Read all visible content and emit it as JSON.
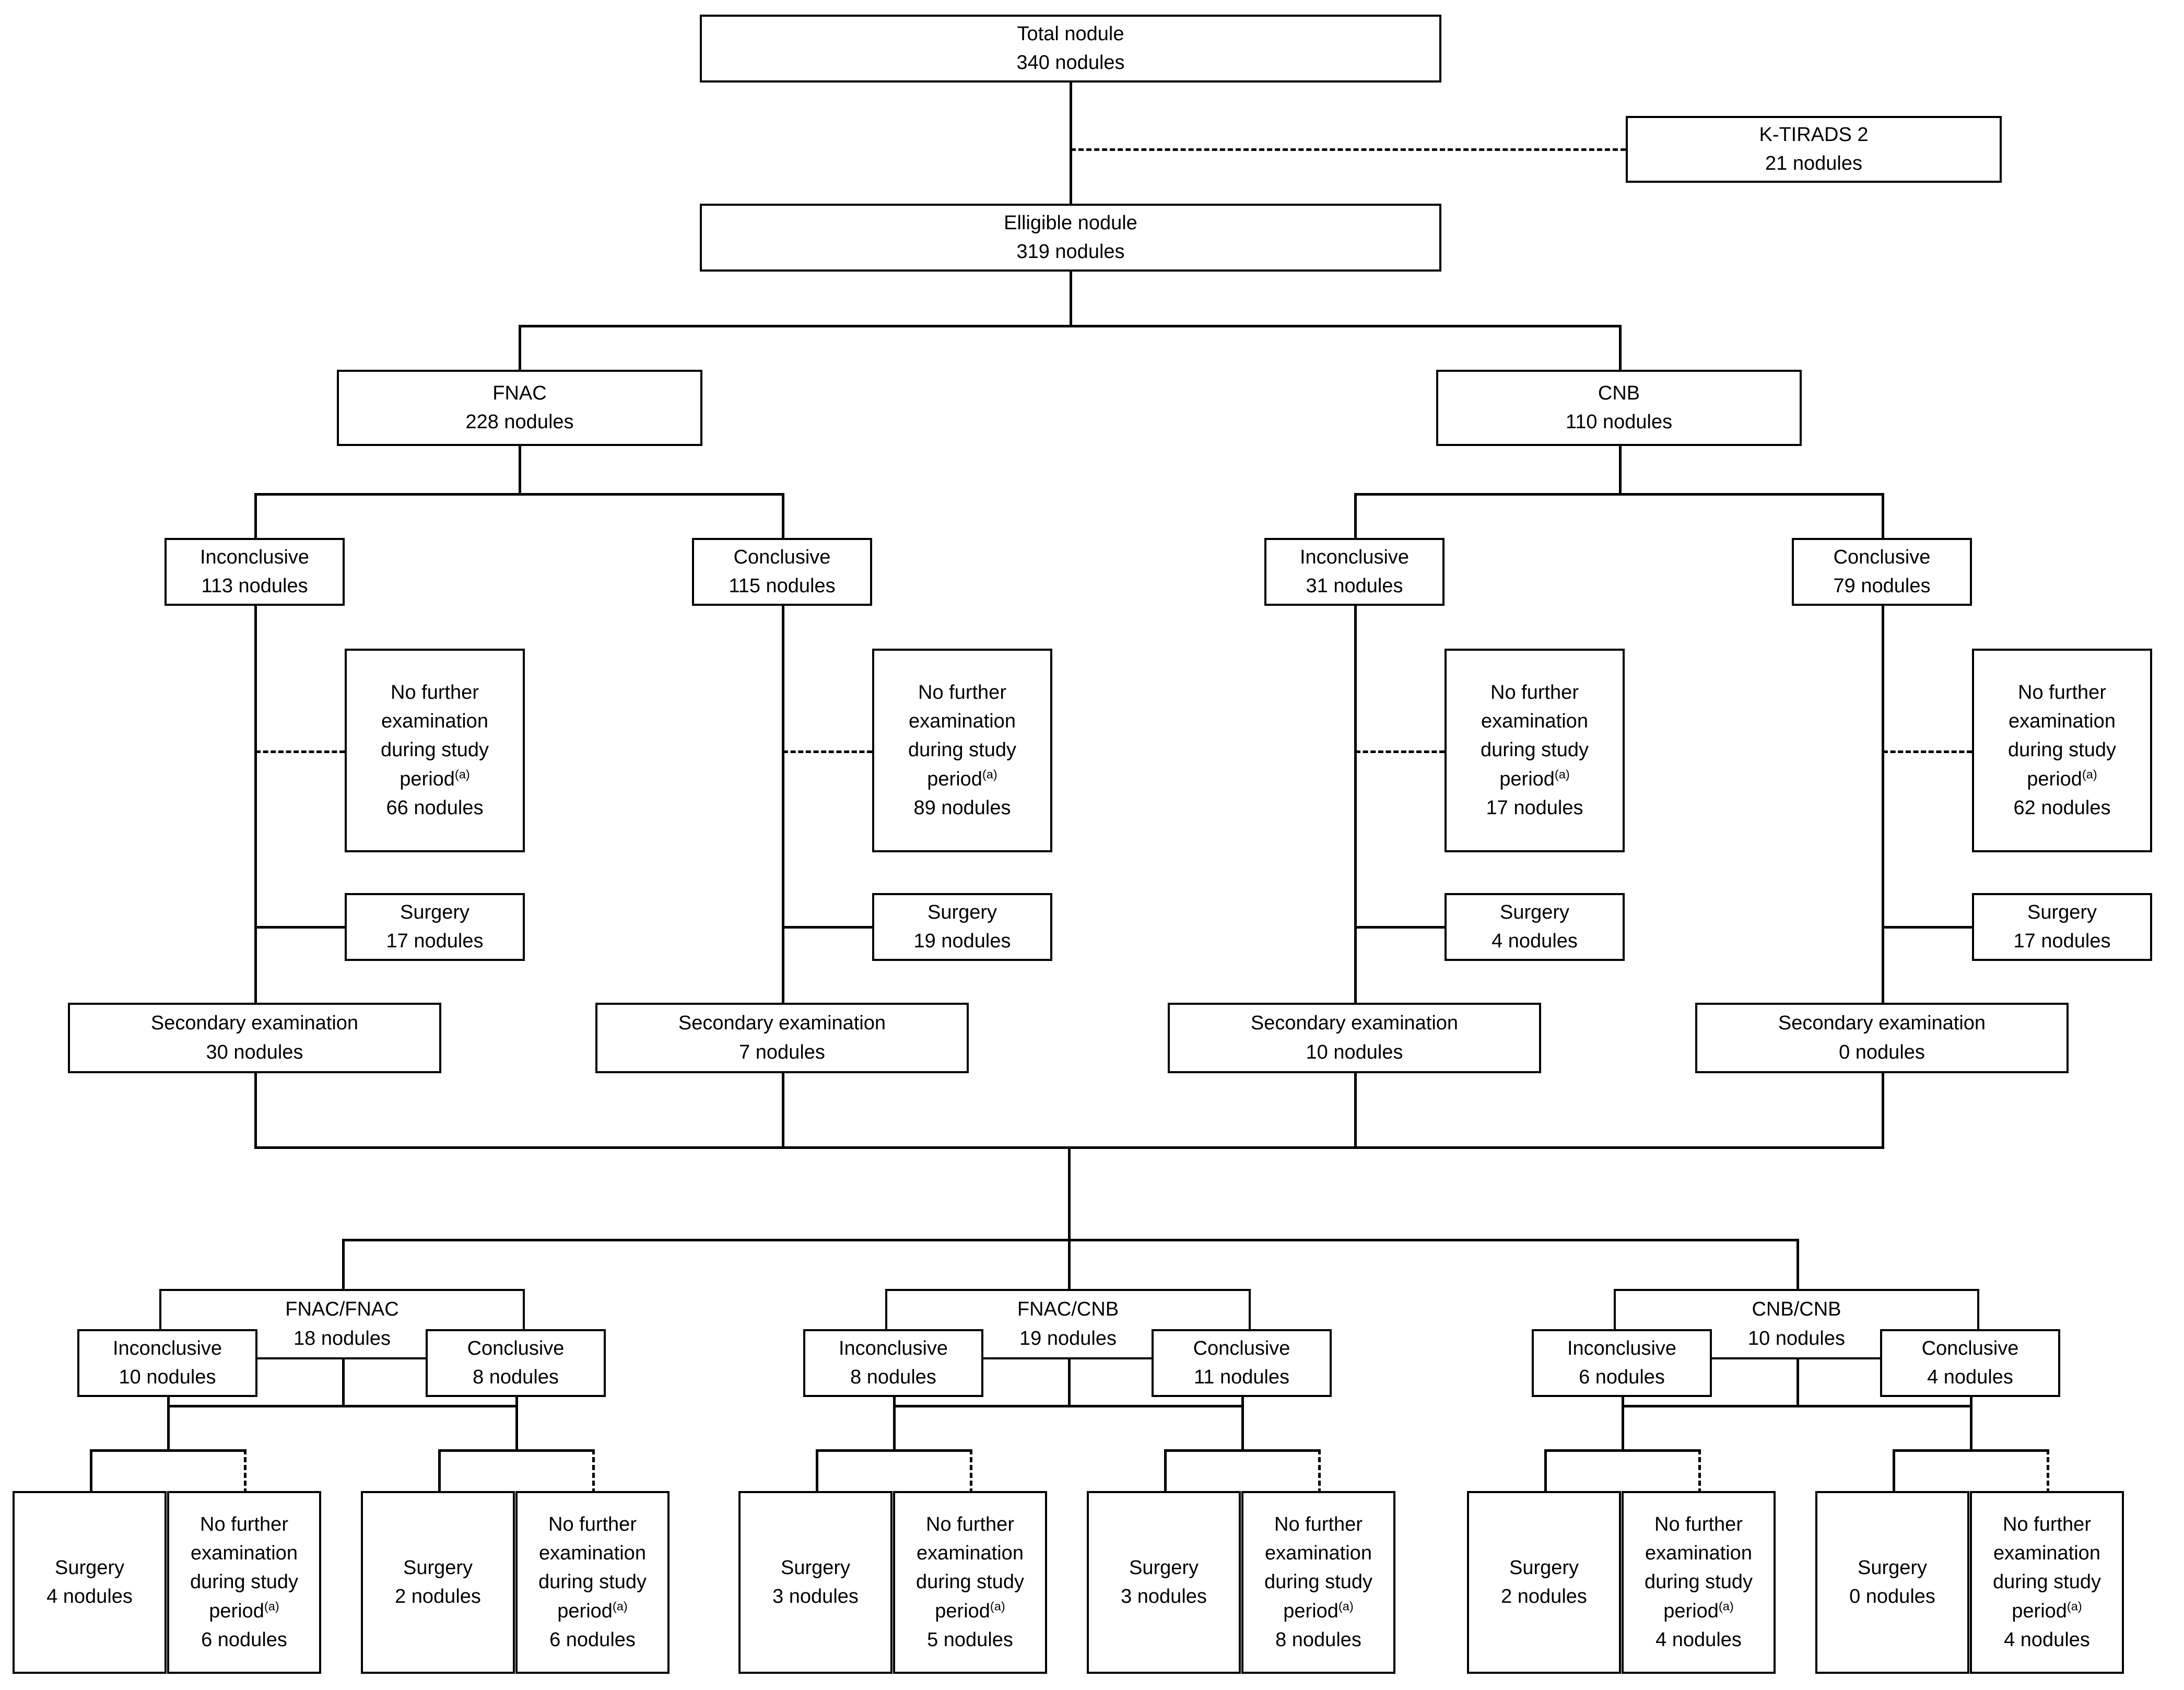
{
  "chart_data": {
    "type": "diagram",
    "title": "Study flow diagram of thyroid nodule sampling (FNAC vs CNB)",
    "footnote_marker": "(a)",
    "nodes": [
      {
        "id": "total",
        "label": "Total nodule",
        "value": "340 nodules"
      },
      {
        "id": "ktirads2",
        "label": "K-TIRADS 2",
        "value": "21 nodules"
      },
      {
        "id": "eligible",
        "label": "Elligible nodule",
        "value": "319 nodules"
      },
      {
        "id": "fnac",
        "label": "FNAC",
        "value": "228 nodules"
      },
      {
        "id": "cnb",
        "label": "CNB",
        "value": "110 nodules"
      },
      {
        "id": "fnac_inc",
        "label": "Inconclusive",
        "value": "113 nodules"
      },
      {
        "id": "fnac_con",
        "label": "Conclusive",
        "value": "115 nodules"
      },
      {
        "id": "cnb_inc",
        "label": "Inconclusive",
        "value": "31 nodules"
      },
      {
        "id": "cnb_con",
        "label": "Conclusive",
        "value": "79 nodules"
      },
      {
        "id": "nfe1",
        "label": "No further examination during study period",
        "value": "66 nodules"
      },
      {
        "id": "nfe2",
        "label": "No further examination during study period",
        "value": "89 nodules"
      },
      {
        "id": "nfe3",
        "label": "No further examination during study period",
        "value": "17 nodules"
      },
      {
        "id": "nfe4",
        "label": "No further examination during study period",
        "value": "62 nodules"
      },
      {
        "id": "surg1",
        "label": "Surgery",
        "value": "17 nodules"
      },
      {
        "id": "surg2",
        "label": "Surgery",
        "value": "19 nodules"
      },
      {
        "id": "surg3",
        "label": "Surgery",
        "value": "4 nodules"
      },
      {
        "id": "surg4",
        "label": "Surgery",
        "value": "17 nodules"
      },
      {
        "id": "sec1",
        "label": "Secondary examination",
        "value": "30 nodules"
      },
      {
        "id": "sec2",
        "label": "Secondary examination",
        "value": "7 nodules"
      },
      {
        "id": "sec3",
        "label": "Secondary examination",
        "value": "10 nodules"
      },
      {
        "id": "sec4",
        "label": "Secondary examination",
        "value": "0 nodules"
      },
      {
        "id": "fnacfnac",
        "label": "FNAC/FNAC",
        "value": "18 nodules"
      },
      {
        "id": "fnaccnb",
        "label": "FNAC/CNB",
        "value": "19 nodules"
      },
      {
        "id": "cnbcnb",
        "label": "CNB/CNB",
        "value": "10 nodules"
      },
      {
        "id": "ff_inc",
        "label": "Inconclusive",
        "value": "10 nodules"
      },
      {
        "id": "ff_con",
        "label": "Conclusive",
        "value": "8 nodules"
      },
      {
        "id": "fc_inc",
        "label": "Inconclusive",
        "value": "8 nodules"
      },
      {
        "id": "fc_con",
        "label": "Conclusive",
        "value": "11 nodules"
      },
      {
        "id": "cc_inc",
        "label": "Inconclusive",
        "value": "6 nodules"
      },
      {
        "id": "cc_con",
        "label": "Conclusive",
        "value": "4 nodules"
      },
      {
        "id": "b_surg1",
        "label": "Surgery",
        "value": "4 nodules"
      },
      {
        "id": "b_nfe1",
        "label": "No further examination during study period",
        "value": "6 nodules"
      },
      {
        "id": "b_surg2",
        "label": "Surgery",
        "value": "2 nodules"
      },
      {
        "id": "b_nfe2",
        "label": "No further examination during study period",
        "value": "6 nodules"
      },
      {
        "id": "b_surg3",
        "label": "Surgery",
        "value": "3 nodules"
      },
      {
        "id": "b_nfe3",
        "label": "No further examination during study period",
        "value": "5 nodules"
      },
      {
        "id": "b_surg4",
        "label": "Surgery",
        "value": "3 nodules"
      },
      {
        "id": "b_nfe4",
        "label": "No further examination during study period",
        "value": "8 nodules"
      },
      {
        "id": "b_surg5",
        "label": "Surgery",
        "value": "2 nodules"
      },
      {
        "id": "b_nfe5",
        "label": "No further examination during study period",
        "value": "4 nodules"
      },
      {
        "id": "b_surg6",
        "label": "Surgery",
        "value": "0 nodules"
      },
      {
        "id": "b_nfe6",
        "label": "No further examination during study period",
        "value": "4 nodules"
      }
    ]
  },
  "nfe": {
    "l1": "No further",
    "l2": "examination",
    "l3": "during study",
    "l4": "period"
  },
  "boxes": {
    "total": {
      "line1": "Total nodule",
      "line2": "340 nodules"
    },
    "ktirads2": {
      "line1": "K-TIRADS 2",
      "line2": "21 nodules"
    },
    "eligible": {
      "line1": "Elligible nodule",
      "line2": "319 nodules"
    },
    "fnac": {
      "line1": "FNAC",
      "line2": "228 nodules"
    },
    "cnb": {
      "line1": "CNB",
      "line2": "110 nodules"
    },
    "fnac_inc": {
      "line1": "Inconclusive",
      "line2": "113 nodules"
    },
    "fnac_con": {
      "line1": "Conclusive",
      "line2": "115 nodules"
    },
    "cnb_inc": {
      "line1": "Inconclusive",
      "line2": "31 nodules"
    },
    "cnb_con": {
      "line1": "Conclusive",
      "line2": "79 nodules"
    },
    "nfe1": {
      "value": "66 nodules"
    },
    "nfe2": {
      "value": "89 nodules"
    },
    "nfe3": {
      "value": "17 nodules"
    },
    "nfe4": {
      "value": "62 nodules"
    },
    "surg1": {
      "line1": "Surgery",
      "line2": "17 nodules"
    },
    "surg2": {
      "line1": "Surgery",
      "line2": "19 nodules"
    },
    "surg3": {
      "line1": "Surgery",
      "line2": "4 nodules"
    },
    "surg4": {
      "line1": "Surgery",
      "line2": "17 nodules"
    },
    "sec1": {
      "line1": "Secondary examination",
      "line2": "30 nodules"
    },
    "sec2": {
      "line1": "Secondary examination",
      "line2": "7 nodules"
    },
    "sec3": {
      "line1": "Secondary examination",
      "line2": "10 nodules"
    },
    "sec4": {
      "line1": "Secondary examination",
      "line2": "0 nodules"
    },
    "fnacfnac": {
      "line1": "FNAC/FNAC",
      "line2": "18 nodules"
    },
    "fnaccnb": {
      "line1": "FNAC/CNB",
      "line2": "19 nodules"
    },
    "cnbcnb": {
      "line1": "CNB/CNB",
      "line2": "10 nodules"
    },
    "ff_inc": {
      "line1": "Inconclusive",
      "line2": "10 nodules"
    },
    "ff_con": {
      "line1": "Conclusive",
      "line2": "8 nodules"
    },
    "fc_inc": {
      "line1": "Inconclusive",
      "line2": "8 nodules"
    },
    "fc_con": {
      "line1": "Conclusive",
      "line2": "11 nodules"
    },
    "cc_inc": {
      "line1": "Inconclusive",
      "line2": "6 nodules"
    },
    "cc_con": {
      "line1": "Conclusive",
      "line2": "4 nodules"
    },
    "b_surg1": {
      "line1": "Surgery",
      "line2": "4 nodules"
    },
    "b_nfe1": {
      "value": "6 nodules"
    },
    "b_surg2": {
      "line1": "Surgery",
      "line2": "2 nodules"
    },
    "b_nfe2": {
      "value": "6 nodules"
    },
    "b_surg3": {
      "line1": "Surgery",
      "line2": "3 nodules"
    },
    "b_nfe3": {
      "value": "5 nodules"
    },
    "b_surg4": {
      "line1": "Surgery",
      "line2": "3 nodules"
    },
    "b_nfe4": {
      "value": "8 nodules"
    },
    "b_surg5": {
      "line1": "Surgery",
      "line2": "2 nodules"
    },
    "b_nfe5": {
      "value": "4 nodules"
    },
    "b_surg6": {
      "line1": "Surgery",
      "line2": "0 nodules"
    },
    "b_nfe6": {
      "value": "4 nodules"
    }
  }
}
